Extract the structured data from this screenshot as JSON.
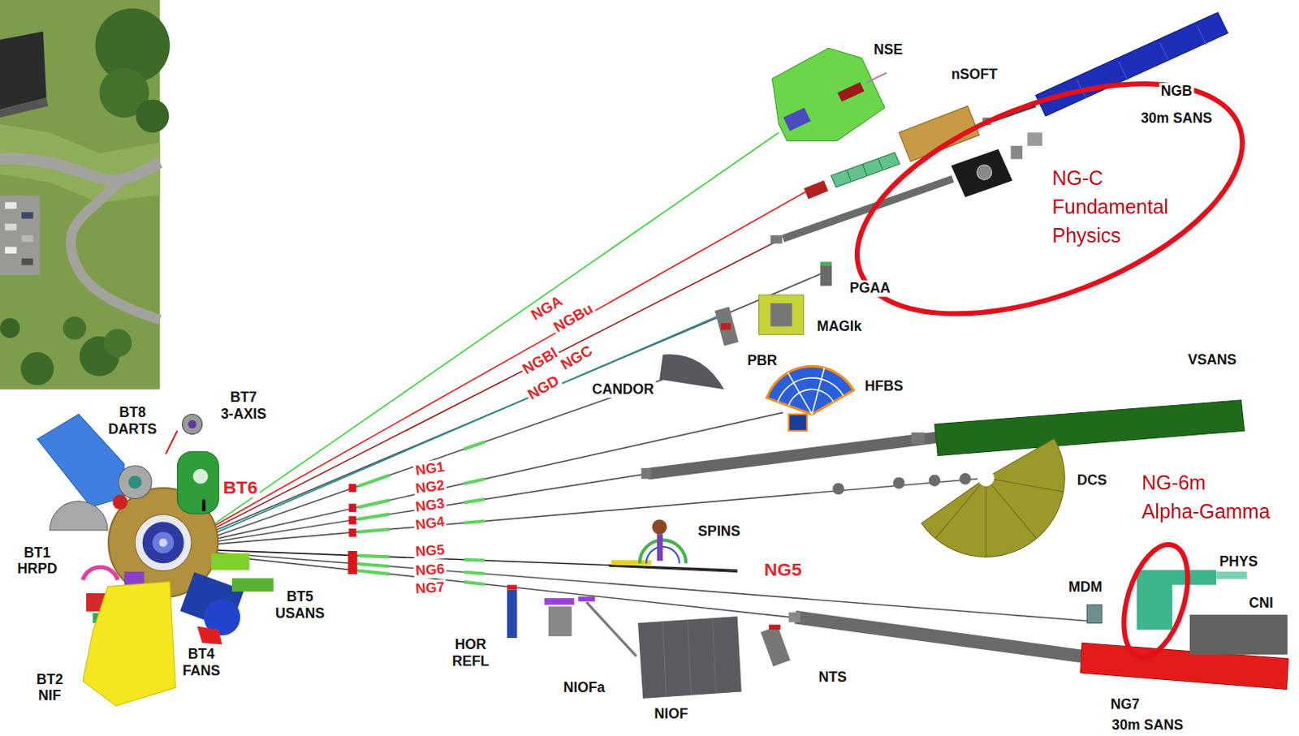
{
  "diagram": {
    "nodes": [
      {
        "text": [
          "NG-C Fundamental Physics"
        ]
      },
      {
        "text": [
          "NG-6m Alpha-Gamma"
        ]
      }
    ],
    "labels": [
      "NSE",
      "nSOFT",
      "NGB",
      "30m SANS",
      "NGA",
      "NGBu",
      "NGBl",
      "NGC",
      "NGD",
      "PGAA",
      "MAGIk",
      "PBR",
      "CANDOR",
      "HFBS",
      "VSANS",
      "BT8 DARTS",
      "BT7 3-AXIS",
      "BT6",
      "NG1",
      "NG2",
      "NG3",
      "NG4",
      "DCS",
      "SPINS",
      "NG5",
      "NG5",
      "NG6",
      "NG7",
      "BT1 HRPD",
      "BT5 USANS",
      "MDM",
      "PHYS",
      "CNI",
      "HOR REFL",
      "NIOFa",
      "BT4 FANS",
      "BT2 NIF",
      "NTS",
      "NIOF",
      "NG7",
      "30m SANS"
    ]
  }
}
